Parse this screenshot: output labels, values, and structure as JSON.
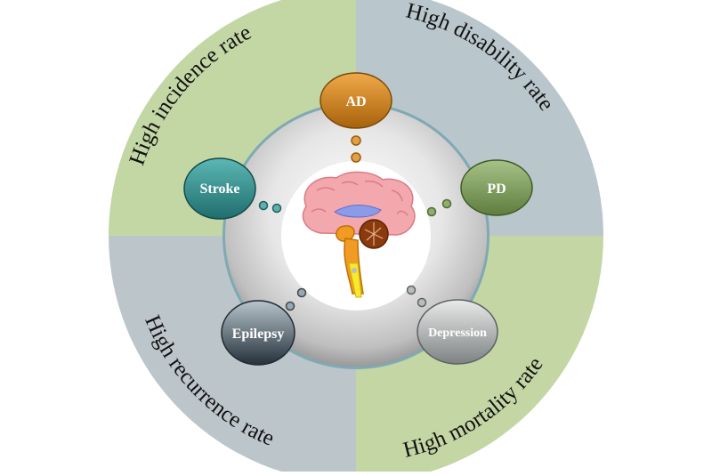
{
  "diagram": {
    "quadrant_labels": [
      {
        "id": "top-left",
        "text": "High incidence rate",
        "color": "#c3d7a5"
      },
      {
        "id": "top-right",
        "text": "High disability rate",
        "color": "#b9c7cc"
      },
      {
        "id": "bottom-left",
        "text": "High recurrence rate",
        "color": "#bcc5ca"
      },
      {
        "id": "bottom-right",
        "text": "High mortality rate",
        "color": "#c3d6a4"
      }
    ],
    "diseases": [
      {
        "id": "ad",
        "label": "AD",
        "color": "#c97a10"
      },
      {
        "id": "pd",
        "label": "PD",
        "color": "#7b9a55"
      },
      {
        "id": "stroke",
        "label": "Stroke",
        "color": "#2f8e8c"
      },
      {
        "id": "epilepsy",
        "label": "Epilepsy",
        "color": "#4a5a63"
      },
      {
        "id": "depression",
        "label": "Depression",
        "color": "#8f9394"
      }
    ],
    "center_icon": "brain-icon"
  }
}
